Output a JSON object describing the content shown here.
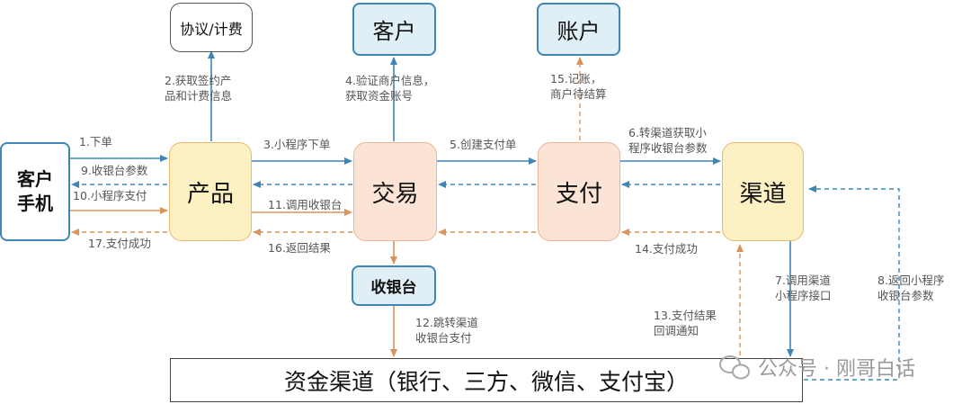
{
  "nodes": {
    "phone": "客户\n手机",
    "product": "产品",
    "trade": "交易",
    "pay": "支付",
    "channel": "渠道",
    "agreement": "协议/计费",
    "customer": "客户",
    "account": "账户",
    "cashier": "收银台",
    "fund": "资金渠道（银行、三方、微信、支付宝）"
  },
  "labels": {
    "l1": "1.下单",
    "l2": "2.获取签约产\n品和计费信息",
    "l3": "3.小程序下单",
    "l4": "4.验证商户信息，\n获取资金账号",
    "l5": "5.创建支付单",
    "l6": "6.转渠道获取小\n程序收银台参数",
    "l7": "7.调用渠道\n小程序接口",
    "l8": "8.返回小程序\n收银台参数",
    "l9": "9.收银台参数",
    "l10": "10.小程序支付",
    "l11": "11.调用收银台",
    "l12": "12.跳转渠道\n收银台支付",
    "l13": "13.支付结果\n回调通知",
    "l14": "14.支付成功",
    "l15": "15.记账，\n商户待结算",
    "l16": "16.返回结果",
    "l17": "17.支付成功"
  },
  "watermark": "公众号 · 刚哥白话",
  "colors": {
    "blue_arrow": "#3d86b6",
    "orange_arrow": "#d9935c",
    "yellow_fill": "#fdf0c2",
    "orange_fill": "#fbe3d5",
    "teal_fill": "#e0eef5"
  }
}
